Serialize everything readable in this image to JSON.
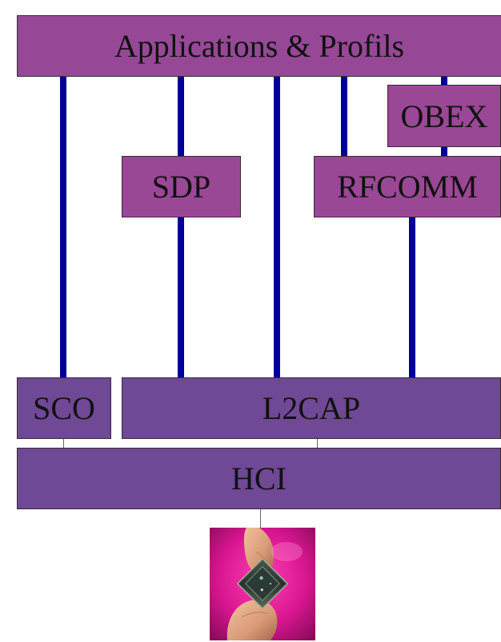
{
  "diagram": {
    "apps_label": "Applications & Profils",
    "obex_label": "OBEX",
    "sdp_label": "SDP",
    "rfcomm_label": "RFCOMM",
    "sco_label": "SCO",
    "l2cap_label": "L2CAP",
    "hci_label": "HCI"
  },
  "colors": {
    "upper_layer_fill": "#964896",
    "lower_layer_fill": "#6f4896",
    "connector": "#000099",
    "thin_connector": "#666666"
  },
  "image": {
    "chip_icon": "bluetooth-chip-photo"
  }
}
